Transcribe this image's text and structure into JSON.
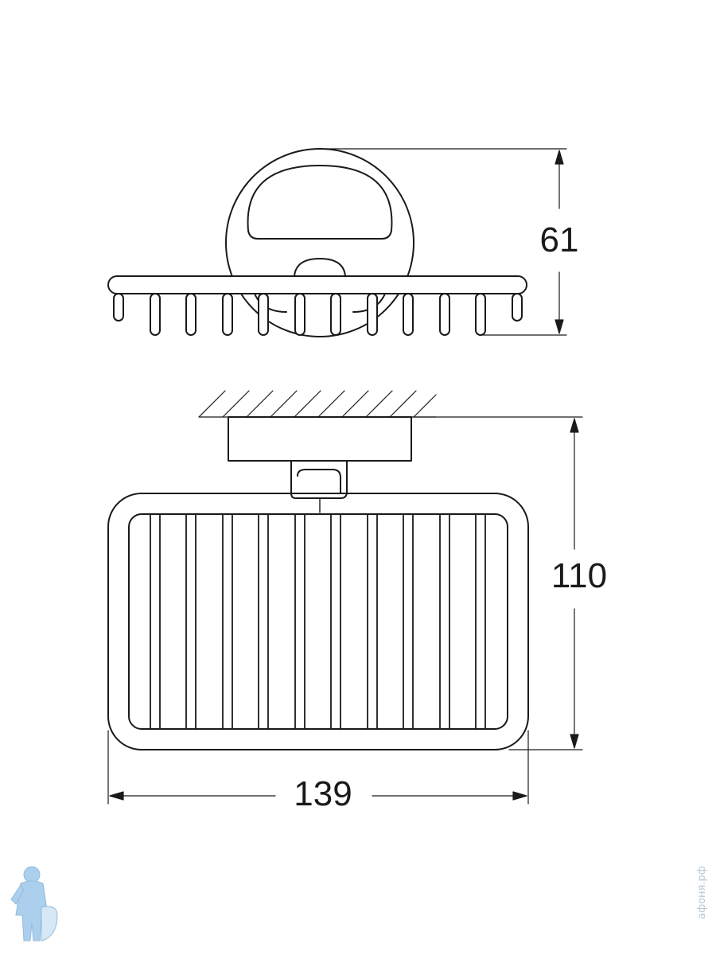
{
  "dimensions": {
    "height_top": "61",
    "height_front": "110",
    "width": "139"
  },
  "watermark": {
    "text": "афоня.рф"
  },
  "colors": {
    "line": "#1a1a1a",
    "watermark": "#b9c7d6",
    "mascot": "#8fc0e6"
  }
}
